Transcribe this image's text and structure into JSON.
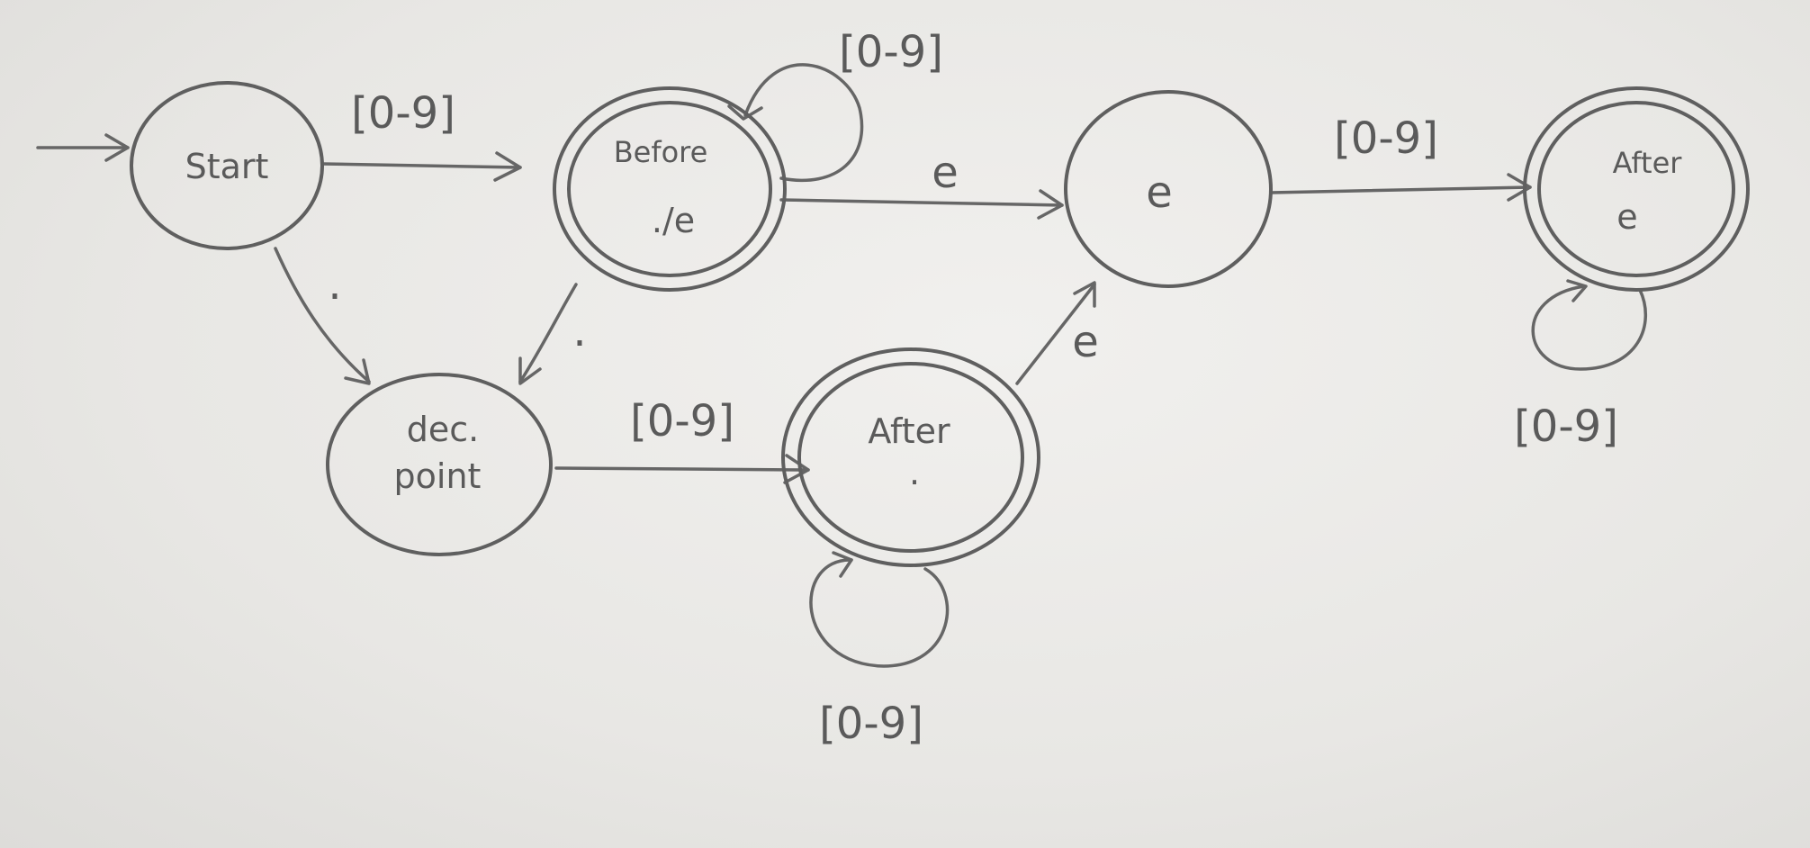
{
  "diagram": {
    "states": {
      "start": "Start",
      "before": [
        "Before",
        "./e"
      ],
      "e_state": "e",
      "after_e": [
        "After",
        "e"
      ],
      "dec_point": [
        "dec.",
        "point"
      ],
      "after_dot": [
        "After",
        "."
      ]
    },
    "edges": {
      "start_to_before": "[0-9]",
      "before_loop": "[0-9]",
      "before_to_e": "e",
      "e_to_after_e": "[0-9]",
      "after_e_loop": "[0-9]",
      "start_to_dec": ".",
      "before_to_dec": ".",
      "dec_to_after_dot": "[0-9]",
      "after_dot_to_e": "e",
      "after_dot_loop": "[0-9]"
    }
  }
}
